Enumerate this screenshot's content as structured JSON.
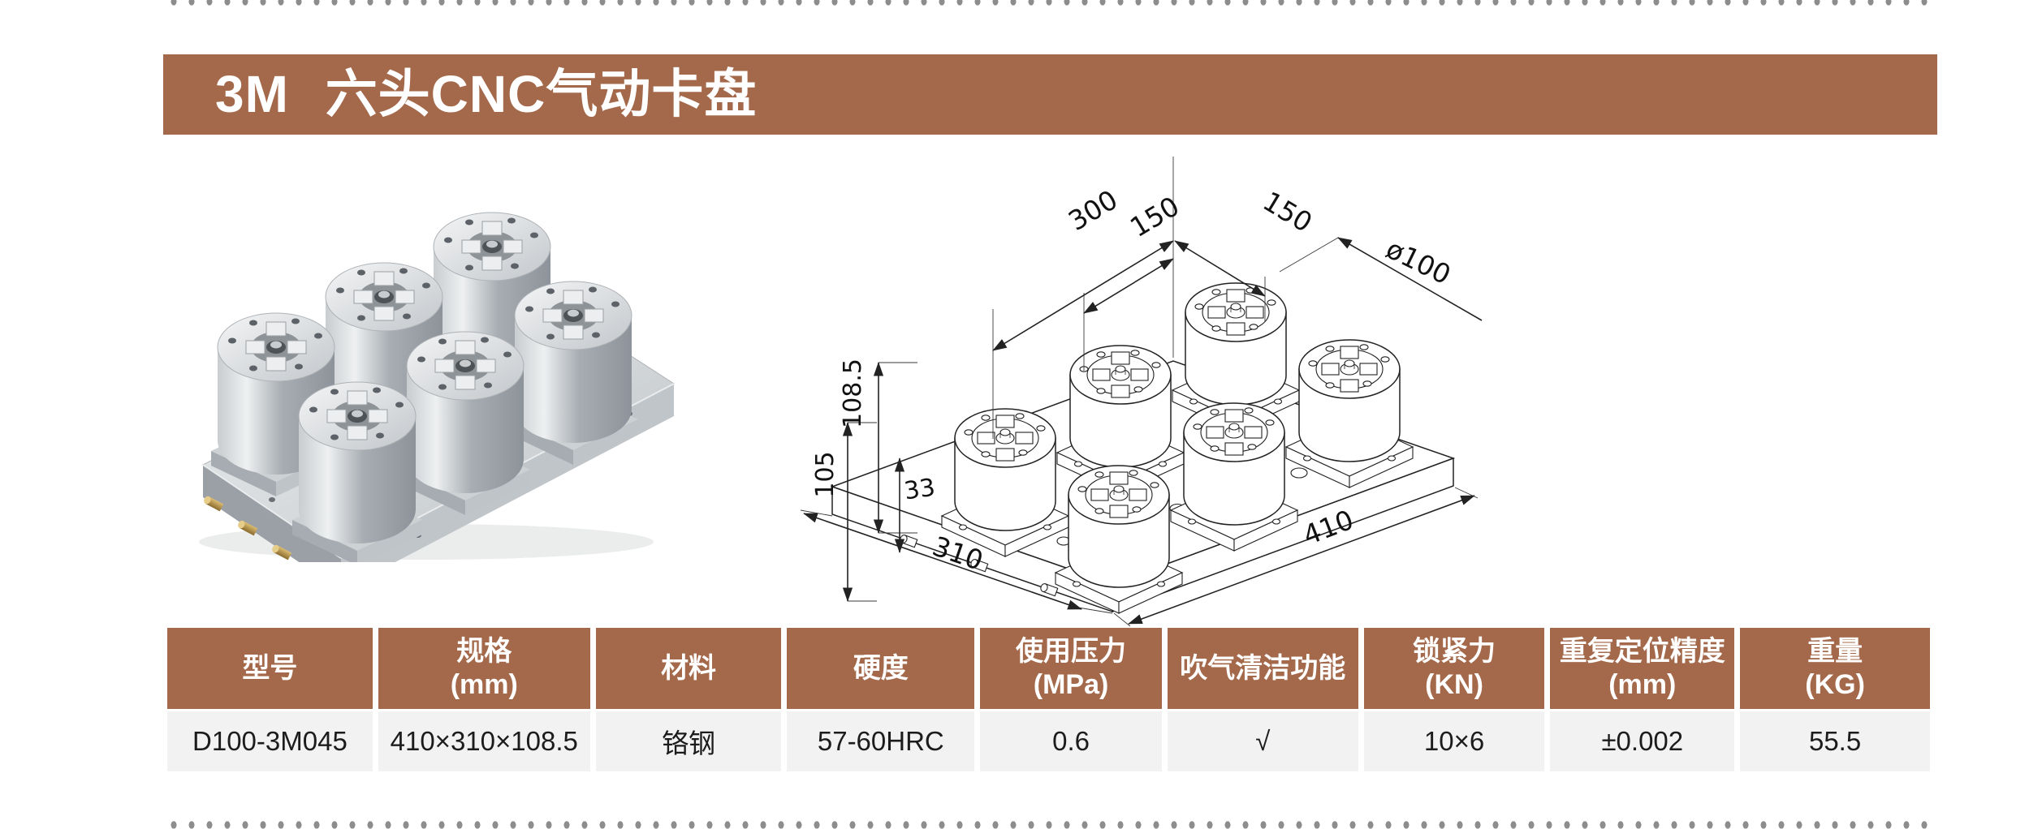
{
  "header": {
    "title": "3M 六头CNC气动卡盘"
  },
  "drawing": {
    "dims": {
      "d300": "300",
      "d150l": "150",
      "d150r": "150",
      "dia100": "ø100",
      "h1085": "108.5",
      "h105": "105",
      "h33": "33",
      "d310": "310",
      "d410": "410"
    }
  },
  "table": {
    "columns": [
      {
        "label": "型号",
        "sub": ""
      },
      {
        "label": "规格",
        "sub": "(mm)"
      },
      {
        "label": "材料",
        "sub": ""
      },
      {
        "label": "硬度",
        "sub": ""
      },
      {
        "label": "使用压力",
        "sub": "(MPa)"
      },
      {
        "label": "吹气清洁功能",
        "sub": ""
      },
      {
        "label": "锁紧力",
        "sub": "(KN)"
      },
      {
        "label": "重复定位精度",
        "sub": "(mm)"
      },
      {
        "label": "重量",
        "sub": "(KG)"
      }
    ],
    "row": {
      "model": "D100-3M045",
      "size": "410×310×108.5",
      "material": "铬钢",
      "hardness": "57-60HRC",
      "pressure": "0.6",
      "air_clean": "√",
      "lock_force": "10×6",
      "repeatability": "±0.002",
      "weight": "55.5"
    }
  },
  "colors": {
    "brand_brown": "#a4684a",
    "row_bg": "#f2f2f2",
    "dot_gray": "#8d8d8d"
  }
}
